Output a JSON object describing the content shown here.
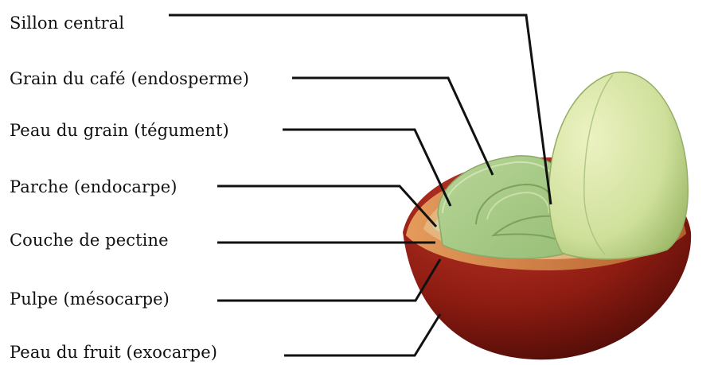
{
  "diagram": {
    "labels": [
      {
        "id": "sillon",
        "text": "Sillon central"
      },
      {
        "id": "grain",
        "text": "Grain du café (endosperme)"
      },
      {
        "id": "peau_grain",
        "text": "Peau du grain (tégument)"
      },
      {
        "id": "parche",
        "text": "Parche (endocarpe)"
      },
      {
        "id": "pectine",
        "text": "Couche de pectine"
      },
      {
        "id": "pulpe",
        "text": "Pulpe (mésocarpe)"
      },
      {
        "id": "peau_fruit",
        "text": "Peau du fruit (exocarpe)"
      }
    ],
    "colors": {
      "exocarp": "#8e1c12",
      "mesocarp": "#c9763f",
      "pectin": "#e0b27a",
      "parchment": "#d8cfa0",
      "bean": "#a9cc8a",
      "bean_light": "#d3e4a2",
      "leader": "#111111"
    }
  }
}
